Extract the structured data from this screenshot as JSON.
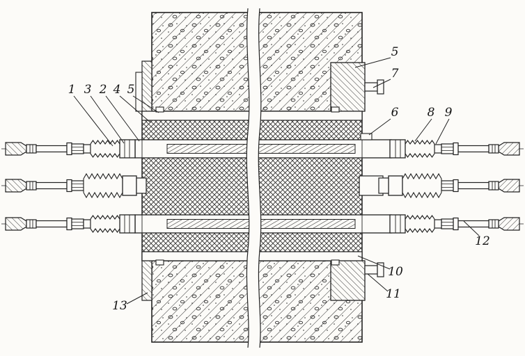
{
  "figure": {
    "labels": {
      "n1": "1",
      "n2": "2",
      "n3": "3",
      "n4": "4",
      "n5_left": "5",
      "n5_right": "5",
      "n6": "6",
      "n7": "7",
      "n8": "8",
      "n9": "9",
      "n10": "10",
      "n11": "11",
      "n12": "12",
      "n13": "13"
    },
    "colors": {
      "ink": "#222222",
      "paper": "#fcfbf8"
    }
  }
}
